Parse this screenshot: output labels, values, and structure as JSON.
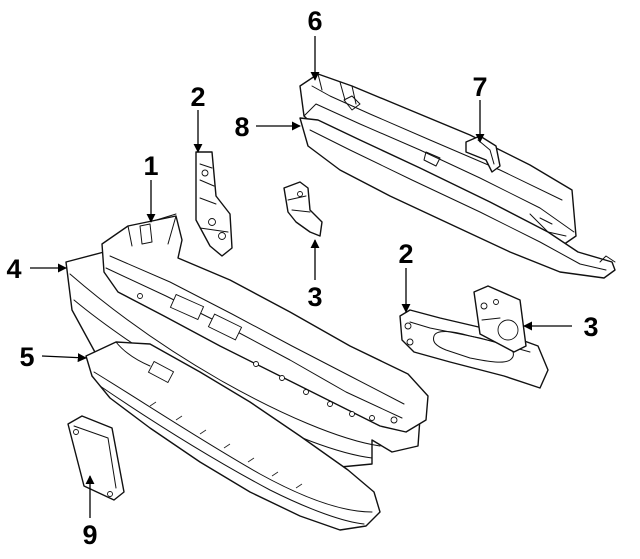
{
  "callouts": [
    {
      "id": "c1",
      "text": "1"
    },
    {
      "id": "c2a",
      "text": "2"
    },
    {
      "id": "c2b",
      "text": "2"
    },
    {
      "id": "c3a",
      "text": "3"
    },
    {
      "id": "c3b",
      "text": "3"
    },
    {
      "id": "c4",
      "text": "4"
    },
    {
      "id": "c5",
      "text": "5"
    },
    {
      "id": "c6",
      "text": "6"
    },
    {
      "id": "c7",
      "text": "7"
    },
    {
      "id": "c8",
      "text": "8"
    },
    {
      "id": "c9",
      "text": "9"
    }
  ],
  "colors": {
    "line": "#111111",
    "background": "#ffffff"
  }
}
